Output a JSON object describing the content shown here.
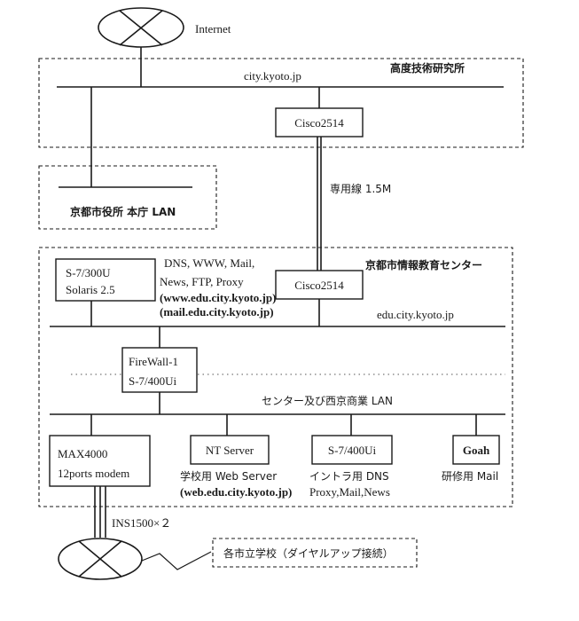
{
  "internet": {
    "label": "Internet"
  },
  "research_institute": {
    "title": "高度技術研究所",
    "domain": "city.kyoto.jp",
    "router": "Cisco2514"
  },
  "city_office": {
    "title": "京都市役所  本庁 LAN"
  },
  "leased_line": {
    "label": "専用線  1.5M"
  },
  "education_center": {
    "title": "京都市情報教育センター",
    "domain": "edu.city.kyoto.jp",
    "router": "Cisco2514",
    "server": {
      "model": "S-7/300U",
      "os": "Solaris 2.5",
      "desc": [
        "DNS, WWW, Mail,",
        "News, FTP, Proxy",
        "(www.edu.city.kyoto.jp)",
        "(mail.edu.city.kyoto.jp)"
      ]
    },
    "firewall": {
      "line1": "FireWall-1",
      "line2": "S-7/400Ui"
    },
    "lan_label": "センター及び西京商業 LAN",
    "devices": [
      {
        "name": "MAX4000",
        "name2": "12ports modem",
        "desc1": "",
        "desc2": ""
      },
      {
        "name": "NT Server",
        "name2": "",
        "desc1": "学校用 Web Server",
        "desc2": "(web.edu.city.kyoto.jp)"
      },
      {
        "name": "S-7/400Ui",
        "name2": "",
        "desc1": "イントラ用 DNS",
        "desc2": "Proxy,Mail,News"
      },
      {
        "name": "Goah",
        "name2": "",
        "desc1": "研修用 Mail",
        "desc2": ""
      }
    ]
  },
  "isdn": {
    "label": "INS1500×２"
  },
  "schools": {
    "label": "各市立学校（ダイヤルアップ接続）"
  }
}
